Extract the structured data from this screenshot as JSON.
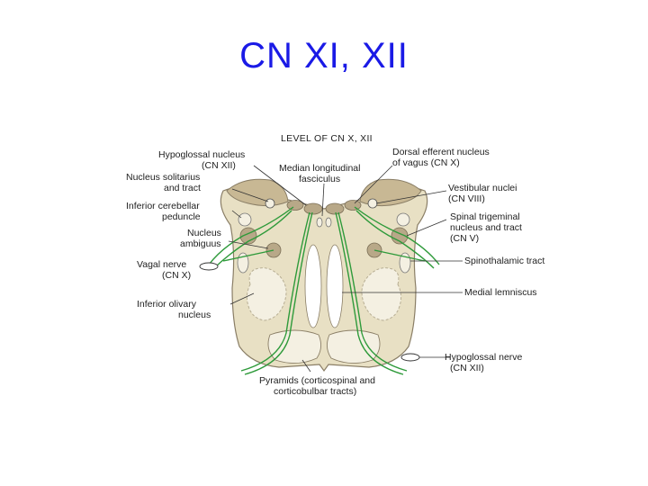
{
  "slide": {
    "title": "CN XI, XII"
  },
  "diagram": {
    "heading": "LEVEL OF CN X, XII",
    "labels": {
      "hypoglossal_nucleus_1": "Hypoglossal nucleus",
      "hypoglossal_nucleus_2": "(CN XII)",
      "nucleus_solitarius_1": "Nucleus solitarius",
      "nucleus_solitarius_2": "and tract",
      "inferior_cerebellar_1": "Inferior cerebellar",
      "inferior_cerebellar_2": "peduncle",
      "nucleus_ambiguus_1": "Nucleus",
      "nucleus_ambiguus_2": "ambiguus",
      "vagal_nerve_1": "Vagal nerve",
      "vagal_nerve_2": "(CN X)",
      "inferior_olivary_1": "Inferior olivary",
      "inferior_olivary_2": "nucleus",
      "median_longitudinal_1": "Median longitudinal",
      "median_longitudinal_2": "fasciculus",
      "dorsal_efferent_1": "Dorsal efferent nucleus",
      "dorsal_efferent_2": "of vagus (CN X)",
      "vestibular_1": "Vestibular nuclei",
      "vestibular_2": "(CN VIII)",
      "spinal_trigeminal_1": "Spinal trigeminal",
      "spinal_trigeminal_2": "nucleus and tract",
      "spinal_trigeminal_3": "(CN V)",
      "spinothalamic": "Spinothalamic tract",
      "medial_lemniscus": "Medial lemniscus",
      "hypoglossal_nerve_1": "Hypoglossal nerve",
      "hypoglossal_nerve_2": "(CN XII)",
      "pyramids_1": "Pyramids (corticospinal and",
      "pyramids_2": "corticobulbar tracts)"
    },
    "colors": {
      "tissue": "#e8e0c4",
      "dorsal": "#c8b894",
      "nucleus": "#b8a888",
      "tract": "#2e9a3a",
      "olive": "#f4f0e2"
    }
  }
}
